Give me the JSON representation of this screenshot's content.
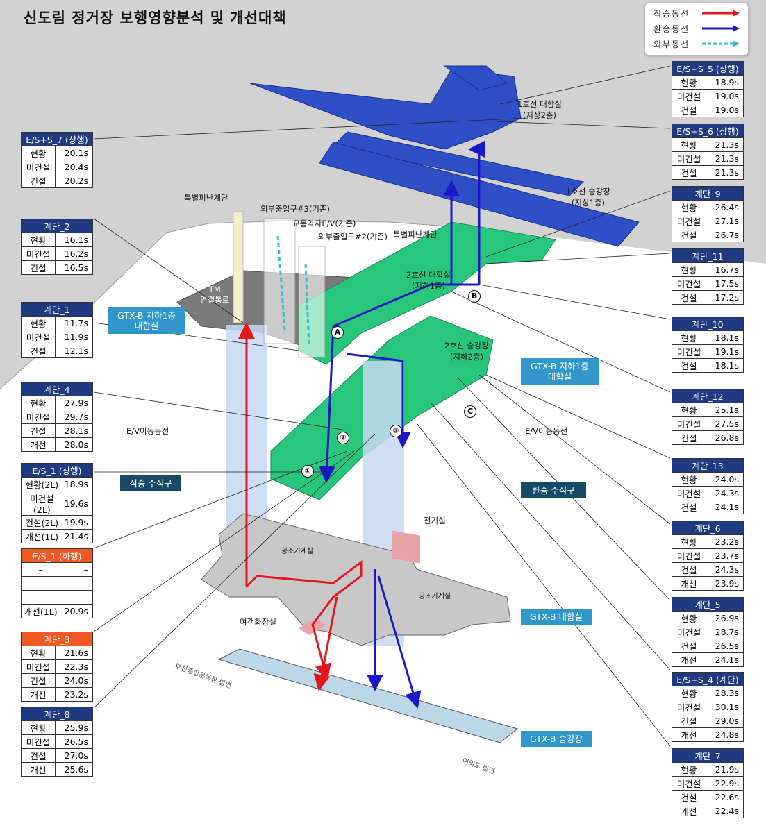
{
  "title": "신도림 정거장 보행영향분석 및 개선대책",
  "legend": [
    {
      "label": "직승동선",
      "color": "#e8141b"
    },
    {
      "label": "환승동선",
      "color": "#1a18c8"
    },
    {
      "label": "외부동선",
      "color": "#33c0cc"
    }
  ],
  "colors": {
    "line1": "#2f4fc6",
    "line2": "#27c67a",
    "gtx": "#bcd7e8",
    "header": "#203a82",
    "alert": "#f05a22"
  },
  "row_labels": {
    "now": "현황",
    "plan": "미건설",
    "build": "건설",
    "improve": "개선"
  },
  "tables": {
    "es7": {
      "title": "E/S+S_7 (상행)",
      "rows": [
        [
          "현황",
          "20.1s"
        ],
        [
          "미건설",
          "20.4s"
        ],
        [
          "건설",
          "20.2s"
        ]
      ]
    },
    "st2": {
      "title": "계단_2",
      "rows": [
        [
          "현황",
          "16.1s"
        ],
        [
          "미건설",
          "16.2s"
        ],
        [
          "건설",
          "16.5s"
        ]
      ]
    },
    "st1": {
      "title": "계단_1",
      "rows": [
        [
          "현황",
          "11.7s"
        ],
        [
          "미건설",
          "11.9s"
        ],
        [
          "건설",
          "12.1s"
        ]
      ]
    },
    "st4": {
      "title": "계단_4",
      "rows": [
        [
          "현황",
          "27.9s"
        ],
        [
          "미건설",
          "29.7s"
        ],
        [
          "건설",
          "28.1s"
        ],
        [
          "개선",
          "28.0s"
        ]
      ]
    },
    "es1u": {
      "title": "E/S_1 (상행)",
      "rows": [
        [
          "현황(2L)",
          "18.9s"
        ],
        [
          "미건설(2L)",
          "19.6s"
        ],
        [
          "건설(2L)",
          "19.9s"
        ],
        [
          "개선(1L)",
          "21.4s"
        ]
      ]
    },
    "es1d": {
      "title": "E/S_1 (하행)",
      "rows": [
        [
          "–",
          "–"
        ],
        [
          "–",
          "–"
        ],
        [
          "–",
          "–"
        ],
        [
          "개선(1L)",
          "20.9s"
        ]
      ]
    },
    "st3": {
      "title": "계단_3",
      "rows": [
        [
          "현황",
          "21.6s"
        ],
        [
          "미건설",
          "22.3s"
        ],
        [
          "건설",
          "24.0s"
        ],
        [
          "개선",
          "23.2s"
        ]
      ]
    },
    "st8": {
      "title": "계단_8",
      "rows": [
        [
          "현황",
          "25.9s"
        ],
        [
          "미건설",
          "26.5s"
        ],
        [
          "건설",
          "27.0s"
        ],
        [
          "개선",
          "25.6s"
        ]
      ]
    },
    "es5": {
      "title": "E/S+S_5 (상행)",
      "rows": [
        [
          "현황",
          "18.9s"
        ],
        [
          "미건설",
          "19.0s"
        ],
        [
          "건설",
          "19.0s"
        ]
      ]
    },
    "es6": {
      "title": "E/S+S_6 (상행)",
      "rows": [
        [
          "현황",
          "21.3s"
        ],
        [
          "미건설",
          "21.3s"
        ],
        [
          "건설",
          "21.3s"
        ]
      ]
    },
    "st9": {
      "title": "계단_9",
      "rows": [
        [
          "현황",
          "26.4s"
        ],
        [
          "미건설",
          "27.1s"
        ],
        [
          "건설",
          "26.7s"
        ]
      ]
    },
    "st11": {
      "title": "계단_11",
      "rows": [
        [
          "현황",
          "16.7s"
        ],
        [
          "미건설",
          "17.5s"
        ],
        [
          "건설",
          "17.2s"
        ]
      ]
    },
    "st10": {
      "title": "계단_10",
      "rows": [
        [
          "현황",
          "18.1s"
        ],
        [
          "미건설",
          "19.1s"
        ],
        [
          "건설",
          "18.1s"
        ]
      ]
    },
    "st12": {
      "title": "계단_12",
      "rows": [
        [
          "현황",
          "25.1s"
        ],
        [
          "미건설",
          "27.5s"
        ],
        [
          "건설",
          "26.8s"
        ]
      ]
    },
    "st13": {
      "title": "계단_13",
      "rows": [
        [
          "현황",
          "24.0s"
        ],
        [
          "미건설",
          "24.3s"
        ],
        [
          "건설",
          "24.1s"
        ]
      ]
    },
    "st6": {
      "title": "계단_6",
      "rows": [
        [
          "현황",
          "23.2s"
        ],
        [
          "미건설",
          "23.7s"
        ],
        [
          "건설",
          "24.3s"
        ],
        [
          "개선",
          "23.9s"
        ]
      ]
    },
    "st5": {
      "title": "계단_5",
      "rows": [
        [
          "현황",
          "26.9s"
        ],
        [
          "미건설",
          "28.7s"
        ],
        [
          "건설",
          "26.5s"
        ],
        [
          "개선",
          "24.1s"
        ]
      ]
    },
    "es4": {
      "title": "E/S+S_4 (계단)",
      "rows": [
        [
          "현황",
          "28.3s"
        ],
        [
          "미건설",
          "30.1s"
        ],
        [
          "건설",
          "29.0s"
        ],
        [
          "개선",
          "24.8s"
        ]
      ]
    },
    "st7": {
      "title": "계단_7",
      "rows": [
        [
          "현황",
          "21.9s"
        ],
        [
          "미건설",
          "22.9s"
        ],
        [
          "건설",
          "22.6s"
        ],
        [
          "개선",
          "22.4s"
        ]
      ]
    }
  },
  "tags": {
    "gtx_b1_left": "GTX-B 지하1층\n대합실",
    "gtx_b1_right": "GTX-B 지하1층\n대합실",
    "direct_shaft": "직승 수직구",
    "transfer_shaft": "환승 수직구",
    "gtx_concourse": "GTX-B 대합실",
    "gtx_platform": "GTX-B 승강장"
  },
  "labels": {
    "line1_concourse": "1호선 대합실\n(지상2층)",
    "line1_platform": "1호선 승강장\n(지상1층)",
    "special_stair_1": "특별피난계단",
    "special_stair_2": "특별피난계단",
    "exit3": "외부출입구#3(기존)",
    "ev_weak": "교통약자E/V(기존)",
    "exit2": "외부출입구#2(기존)",
    "tm": "TM\n연결통로",
    "line2_concourse": "2호선 대합실\n(지하1층)",
    "line2_platform": "2호선 승강장\n(지하2층)",
    "ev_left": "E/V이동동선",
    "ev_right": "E/V이동동선",
    "electric": "전기실",
    "aircon1": "공조기계실",
    "aircon2": "공조기계실",
    "toilet": "여객화장실",
    "dir_bucheon": "부천종합운동장 방면",
    "dir_yeouido": "여의도 방면",
    "marks": [
      "A",
      "B",
      "C",
      "①",
      "②",
      "③"
    ]
  }
}
